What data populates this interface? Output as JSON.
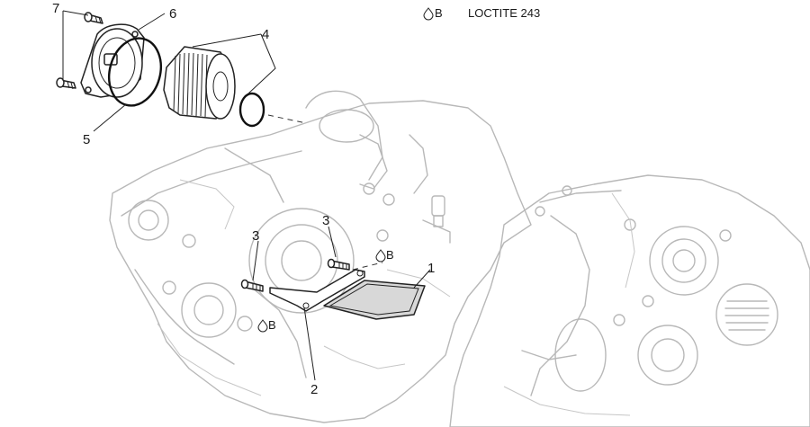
{
  "legend": {
    "symbol": "B",
    "text": "LOCTITE 243"
  },
  "callouts": {
    "p1": "1",
    "p2": "2",
    "p3a": "3",
    "p3b": "3",
    "p4": "4",
    "p5": "5",
    "p6": "6",
    "p7": "7"
  },
  "threadlock_marks": {
    "upper": "B",
    "lower": "B"
  }
}
